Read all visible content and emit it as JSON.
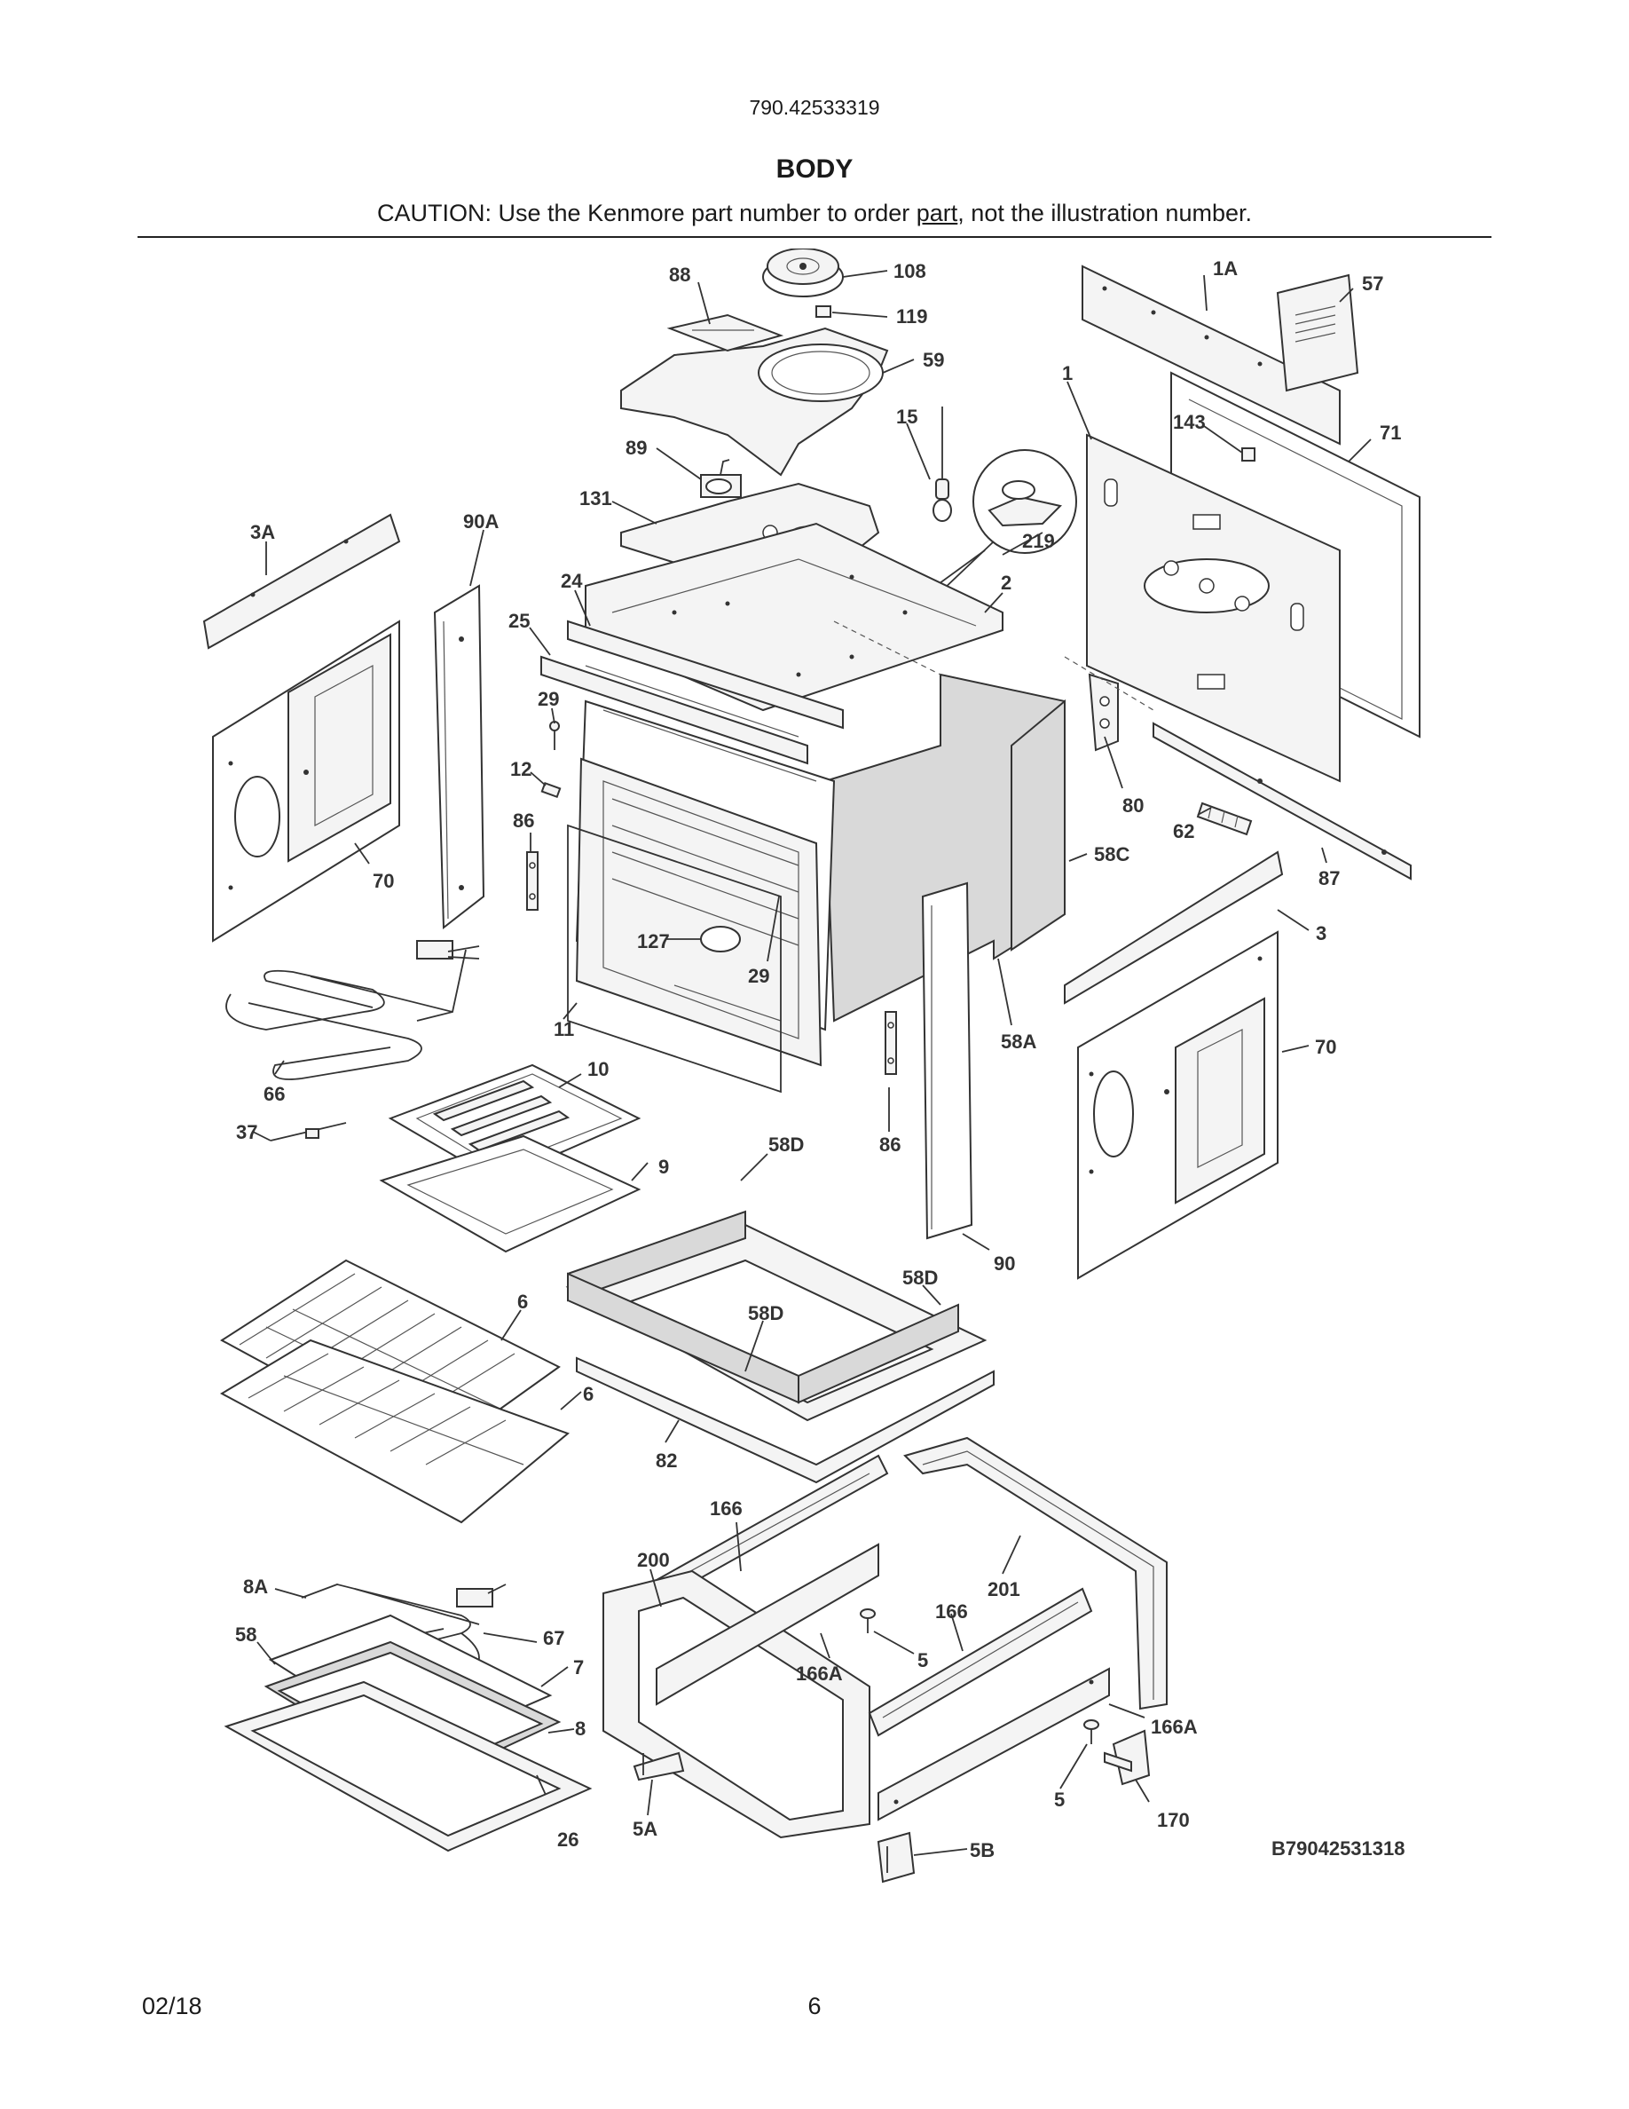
{
  "header": {
    "model_number": "790.42533319",
    "section_title": "BODY",
    "caution_prefix": "CAUTION: Use the Kenmore part number to order ",
    "caution_link": "part",
    "caution_suffix": ", not the illustration number."
  },
  "diagram": {
    "reference_code": "B79042531318",
    "part_labels": [
      "108",
      "88",
      "119",
      "59",
      "1A",
      "57",
      "15",
      "89",
      "1",
      "143",
      "71",
      "131",
      "219",
      "3A",
      "90A",
      "24",
      "2",
      "25",
      "29",
      "12",
      "86",
      "70",
      "80",
      "62",
      "58C",
      "87",
      "127",
      "29",
      "3",
      "11",
      "58A",
      "66",
      "10",
      "70",
      "37",
      "58D",
      "86",
      "9",
      "90",
      "6",
      "58D",
      "58D",
      "6",
      "82",
      "166",
      "200",
      "201",
      "8A",
      "166",
      "58",
      "67",
      "5",
      "7",
      "166A",
      "166A",
      "8",
      "5",
      "170",
      "26",
      "5A",
      "5B"
    ]
  },
  "footer": {
    "date": "02/18",
    "page_number": "6"
  }
}
